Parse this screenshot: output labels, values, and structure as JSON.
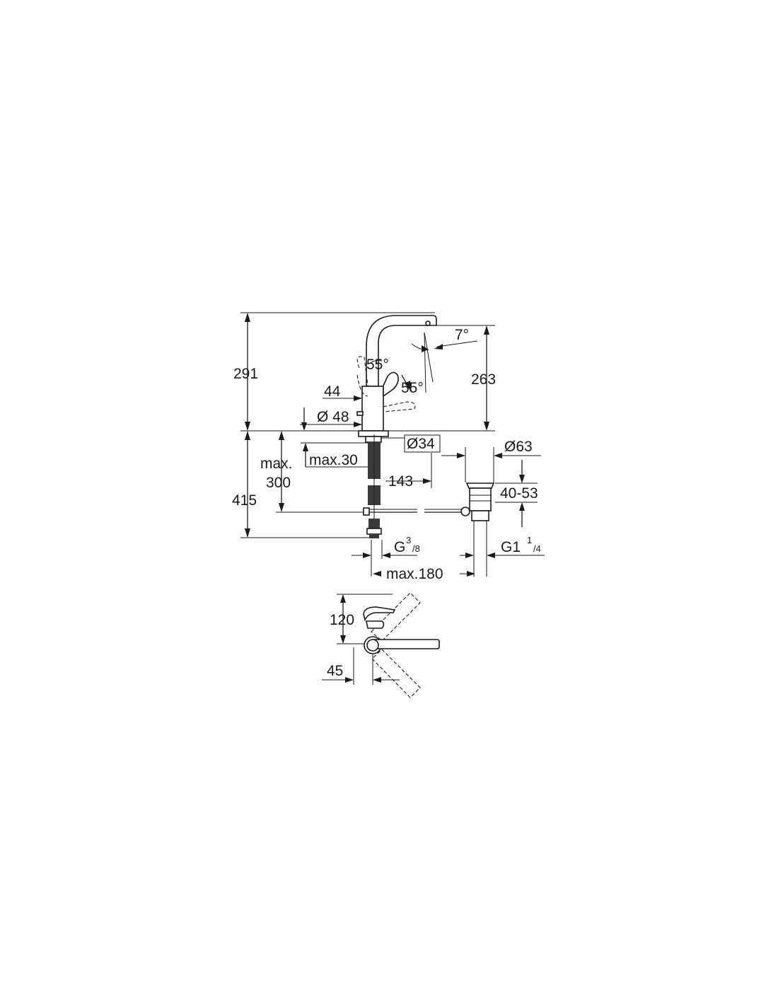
{
  "dimensions": {
    "total_height": "291",
    "spout_height": "263",
    "spout_angle": "7°",
    "lever_angle_left": "55°",
    "lever_angle_right": "55°",
    "lever_offset": "44",
    "base_diameter": "Ø 48",
    "hole_diameter": "Ø34",
    "max_label": "max.",
    "max_300": "300",
    "max_30": "max.30",
    "below_height": "415",
    "pipe_offset": "143",
    "waste_diameter": "Ø63",
    "waste_range": "40-53",
    "thread_g": "G",
    "thread_g_sup": "3",
    "thread_g_sub": "/8",
    "waste_thread": "G1",
    "waste_thread_sup": "1",
    "waste_thread_sub": "/4",
    "max_180": "max.180",
    "top_view_120": "120",
    "top_view_45": "45"
  }
}
